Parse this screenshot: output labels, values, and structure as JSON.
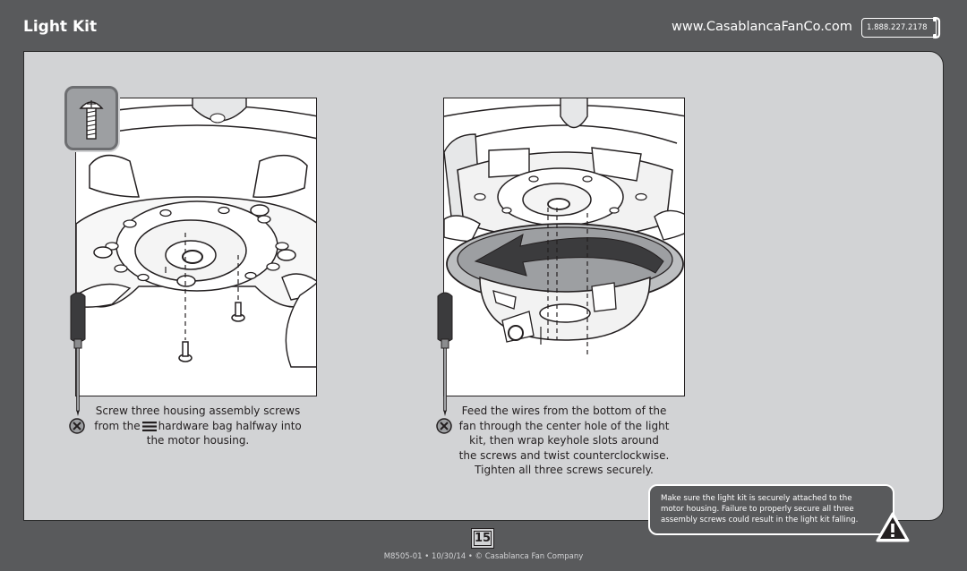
{
  "header": {
    "title": "Light Kit",
    "website": "www.CasablancaFanCo.com",
    "phone": "1.888.227.2178"
  },
  "steps": [
    {
      "caption_line1": "Screw three housing assembly screws",
      "caption_line2_pre": "from the",
      "caption_line2_post": "hardware bag halfway into",
      "caption_line3": "the motor housing.",
      "icons": [
        "screw-hardware-icon",
        "bag-icon",
        "screwdriver-icon"
      ]
    },
    {
      "caption_lines": [
        "Feed the wires from the bottom of the",
        "fan through the center hole of the light",
        "kit, then wrap keyhole slots around",
        "the screws and twist counterclockwise.",
        "Tighten all three screws securely."
      ],
      "icons": [
        "counterclockwise-arrow-icon",
        "screwdriver-icon"
      ]
    }
  ],
  "warning": {
    "lines": [
      "Make sure the light kit is securely attached to the",
      "motor housing. Failure to properly secure all three",
      "assembly screws could result in the light kit falling."
    ],
    "icon": "warning-triangle-icon"
  },
  "page_number": "15",
  "footer": "M8505-01 • 10/30/14 • © Casablanca Fan Company",
  "colors": {
    "background": "#595a5c",
    "panel": "#d2d3d5",
    "text": "#231f20",
    "warning_fill": "#595a5c"
  }
}
